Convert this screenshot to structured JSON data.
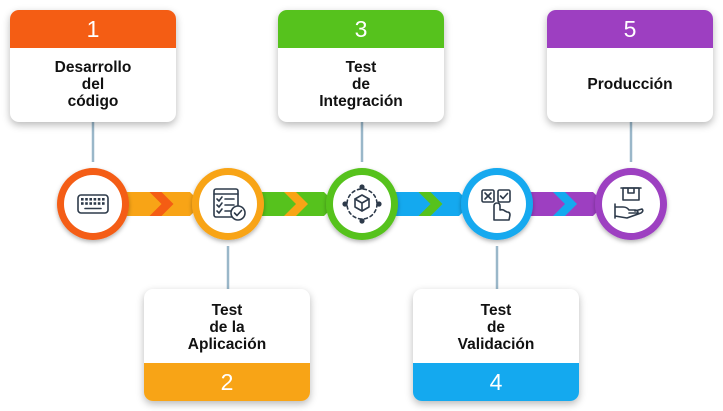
{
  "colors": {
    "orange_red": "#f45d14",
    "orange": "#f8a416",
    "green": "#56c21d",
    "blue": "#14a9ef",
    "purple": "#9d3fc1",
    "connector": "#9ab7c9"
  },
  "steps": [
    {
      "number": "1",
      "label": [
        "Desarrollo",
        "del",
        "código"
      ],
      "position": "top",
      "color": "#f45d14",
      "icon": "keyboard-icon"
    },
    {
      "number": "2",
      "label": [
        "Test",
        "de la",
        "Aplicación"
      ],
      "position": "bottom",
      "color": "#f8a416",
      "icon": "checklist-icon"
    },
    {
      "number": "3",
      "label": [
        "Test",
        "de",
        "Integración"
      ],
      "position": "top",
      "color": "#56c21d",
      "icon": "cubes-network-icon"
    },
    {
      "number": "4",
      "label": [
        "Test",
        "de",
        "Validación"
      ],
      "position": "bottom",
      "color": "#14a9ef",
      "icon": "hand-click-icon"
    },
    {
      "number": "5",
      "label": [
        "Producción"
      ],
      "position": "top",
      "color": "#9d3fc1",
      "icon": "box-hand-icon"
    }
  ]
}
